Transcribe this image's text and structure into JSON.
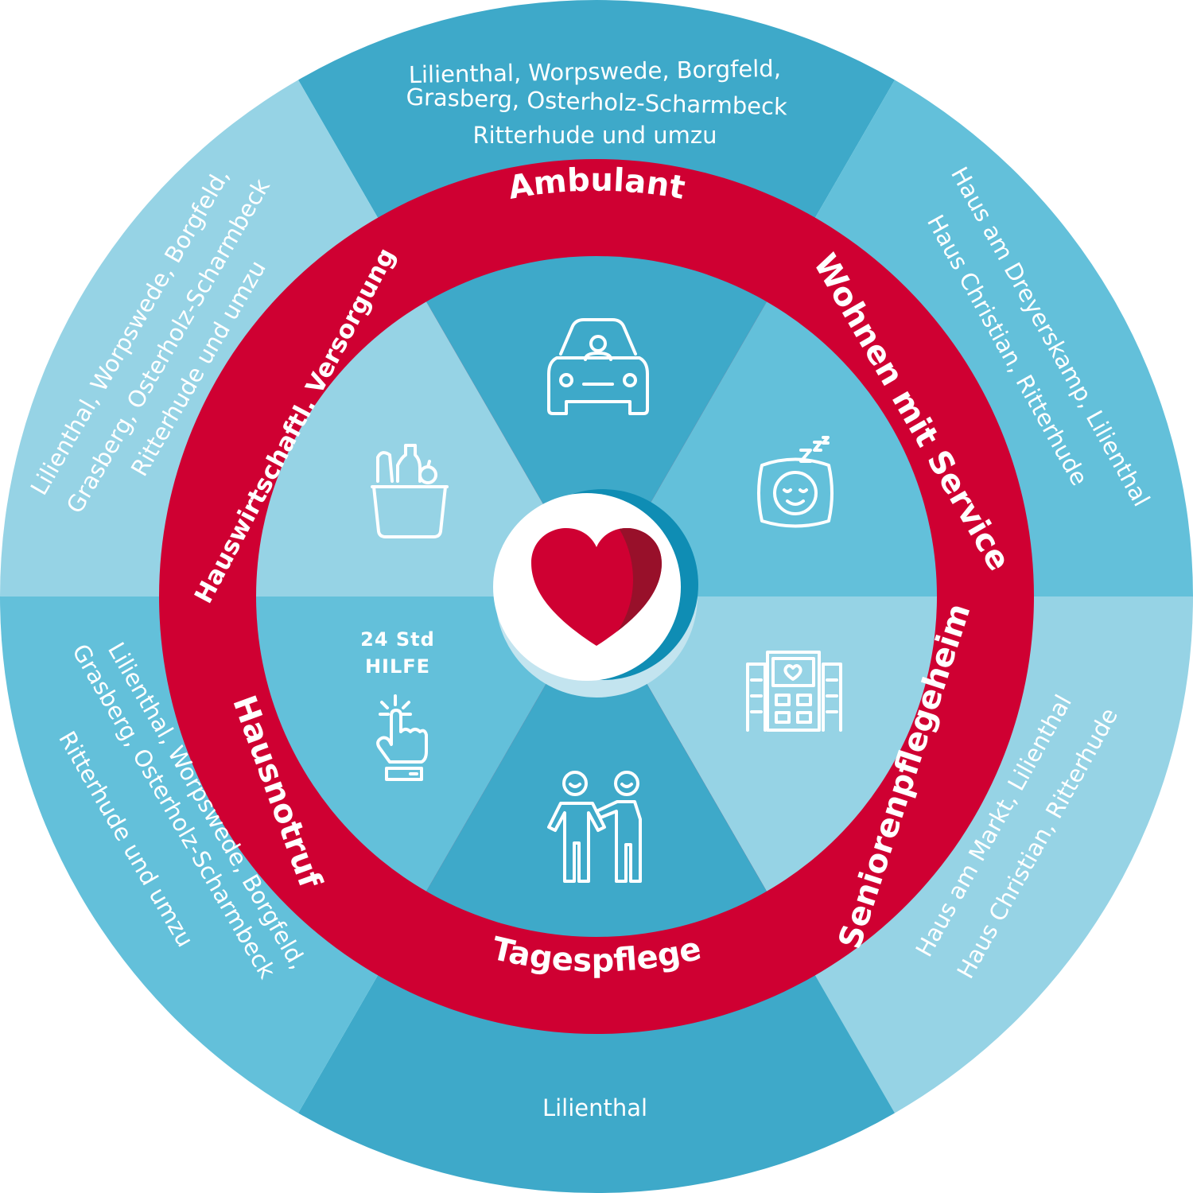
{
  "colors": {
    "red": "#cf0032",
    "dark_red": "#98102a",
    "teal_dark": "#3ea9c9",
    "teal_mid": "#63c0da",
    "teal_light": "#96d3e5",
    "center_teal": "#0f8db4",
    "center_light": "#c3e4ef"
  },
  "services": [
    {
      "label": "Ambulant",
      "icon": "car-with-driver-icon",
      "locations": [
        "Lilienthal, Worpswede, Borgfeld,",
        "Grasberg, Osterholz-Scharmbeck",
        "Ritterhude und umzu"
      ]
    },
    {
      "label": "Wohnen mit Service",
      "icon": "sleeping-pillow-icon",
      "locations": [
        "Haus am Dreyerskamp, Lilienthal",
        "Haus Christian, Ritterhude"
      ]
    },
    {
      "label": "Seniorenpflegeheim",
      "icon": "care-home-building-icon",
      "locations": [
        "Haus am Markt, Lilienthal",
        "Haus Christian, Ritterhude"
      ]
    },
    {
      "label": "Tagespflege",
      "icon": "helping-people-icon",
      "locations": [
        "Lilienthal"
      ]
    },
    {
      "label": "Hausnotruf",
      "icon": "emergency-button-icon",
      "icon_text": [
        "24 Std",
        "HILFE"
      ],
      "locations": [
        "Lilienthal, Worpswede, Borgfeld,",
        "Grasberg, Osterholz-Scharmbeck",
        "Ritterhude und umzu"
      ]
    },
    {
      "label": "Hauswirtschaftl. Versorgung",
      "icon": "grocery-basket-icon",
      "locations": [
        "Lilienthal, Worpswede, Borgfeld,",
        "Grasberg, Osterholz-Scharmbeck",
        "Ritterhude und umzu"
      ]
    }
  ],
  "center_icon": "heart-logo-icon"
}
